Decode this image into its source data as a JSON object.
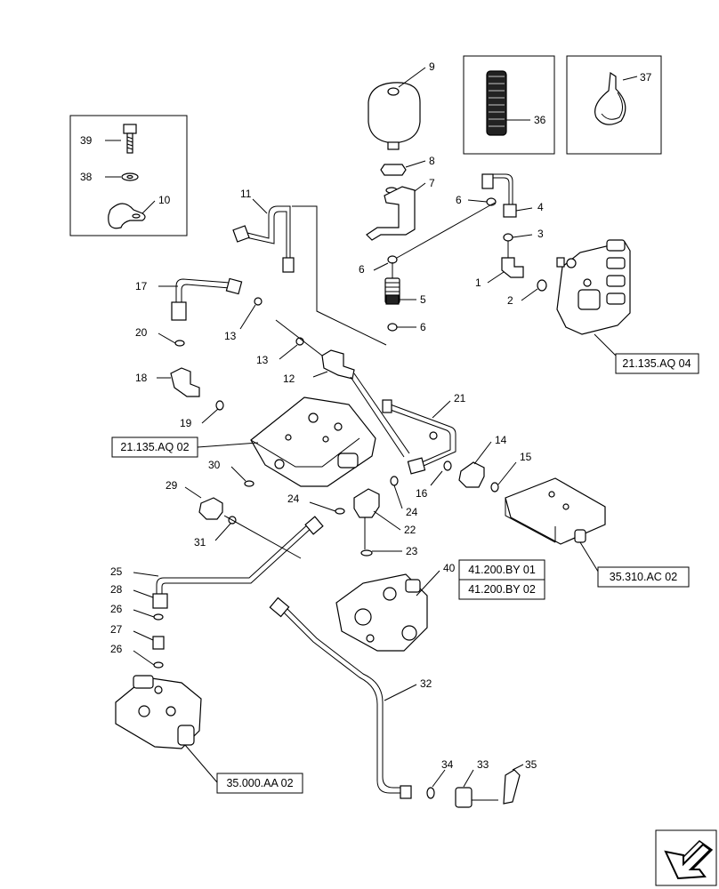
{
  "callouts": {
    "c1": "1",
    "c2": "2",
    "c3": "3",
    "c4": "4",
    "c5": "5",
    "c6a": "6",
    "c6b": "6",
    "c6c": "6",
    "c7": "7",
    "c8": "8",
    "c9": "9",
    "c10": "10",
    "c11": "11",
    "c12": "12",
    "c13a": "13",
    "c13b": "13",
    "c14": "14",
    "c15": "15",
    "c16": "16",
    "c17": "17",
    "c18": "18",
    "c19": "19",
    "c20": "20",
    "c21": "21",
    "c22": "22",
    "c23": "23",
    "c24a": "24",
    "c24b": "24",
    "c25": "25",
    "c26a": "26",
    "c26b": "26",
    "c27": "27",
    "c28": "28",
    "c29": "29",
    "c30": "30",
    "c31": "31",
    "c32": "32",
    "c33": "33",
    "c34": "34",
    "c35": "35",
    "c36": "36",
    "c37": "37",
    "c38": "38",
    "c39": "39",
    "c40": "40"
  },
  "references": {
    "r1": "21.135.AQ 04",
    "r2": "21.135.AQ 02",
    "r3": "41.200.BY 01",
    "r4": "41.200.BY 02",
    "r5": "35.310.AC 02",
    "r6": "35.000.AA 02"
  }
}
